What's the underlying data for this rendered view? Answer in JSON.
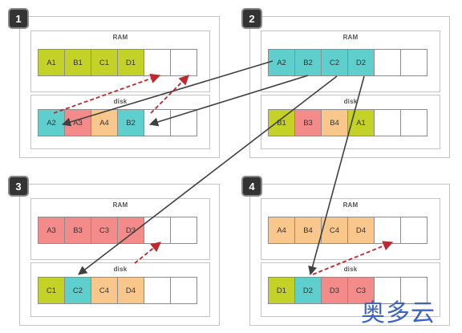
{
  "panels": [
    {
      "number": "1",
      "ram_label": "RAM",
      "disk_label": "disk",
      "ram_cells": [
        {
          "label": "A1",
          "color": "#c4d227"
        },
        {
          "label": "B1",
          "color": "#c4d227"
        },
        {
          "label": "C1",
          "color": "#c4d227"
        },
        {
          "label": "D1",
          "color": "#c4d227"
        },
        {
          "label": "",
          "color": "#ffffff"
        },
        {
          "label": "",
          "color": "#ffffff"
        }
      ],
      "disk_cells": [
        {
          "label": "A2",
          "color": "#5ecfcd"
        },
        {
          "label": "A3",
          "color": "#f48b8b"
        },
        {
          "label": "A4",
          "color": "#f9c68c"
        },
        {
          "label": "B2",
          "color": "#5ecfcd"
        },
        {
          "label": "",
          "color": "#ffffff"
        },
        {
          "label": "",
          "color": "#ffffff"
        }
      ]
    },
    {
      "number": "2",
      "ram_label": "RAM",
      "disk_label": "disk",
      "ram_cells": [
        {
          "label": "A2",
          "color": "#5ecfcd"
        },
        {
          "label": "B2",
          "color": "#5ecfcd"
        },
        {
          "label": "C2",
          "color": "#5ecfcd"
        },
        {
          "label": "D2",
          "color": "#5ecfcd"
        },
        {
          "label": "",
          "color": "#ffffff"
        },
        {
          "label": "",
          "color": "#ffffff"
        }
      ],
      "disk_cells": [
        {
          "label": "B1",
          "color": "#c4d227"
        },
        {
          "label": "B3",
          "color": "#f48b8b"
        },
        {
          "label": "B4",
          "color": "#f9c68c"
        },
        {
          "label": "A1",
          "color": "#c4d227"
        },
        {
          "label": "",
          "color": "#ffffff"
        },
        {
          "label": "",
          "color": "#ffffff"
        }
      ]
    },
    {
      "number": "3",
      "ram_label": "RAM",
      "disk_label": "disk",
      "ram_cells": [
        {
          "label": "A3",
          "color": "#f48b8b"
        },
        {
          "label": "B3",
          "color": "#f48b8b"
        },
        {
          "label": "C3",
          "color": "#f48b8b"
        },
        {
          "label": "D3",
          "color": "#f48b8b"
        },
        {
          "label": "",
          "color": "#ffffff"
        },
        {
          "label": "",
          "color": "#ffffff"
        }
      ],
      "disk_cells": [
        {
          "label": "C1",
          "color": "#c4d227"
        },
        {
          "label": "C2",
          "color": "#5ecfcd"
        },
        {
          "label": "C4",
          "color": "#f9c68c"
        },
        {
          "label": "D4",
          "color": "#f9c68c"
        },
        {
          "label": "",
          "color": "#ffffff"
        },
        {
          "label": "",
          "color": "#ffffff"
        }
      ]
    },
    {
      "number": "4",
      "ram_label": "RAM",
      "disk_label": "disk",
      "ram_cells": [
        {
          "label": "A4",
          "color": "#f9c68c"
        },
        {
          "label": "B4",
          "color": "#f9c68c"
        },
        {
          "label": "C4",
          "color": "#f9c68c"
        },
        {
          "label": "D4",
          "color": "#f9c68c"
        },
        {
          "label": "",
          "color": "#ffffff"
        },
        {
          "label": "",
          "color": "#ffffff"
        }
      ],
      "disk_cells": [
        {
          "label": "D1",
          "color": "#c4d227"
        },
        {
          "label": "D2",
          "color": "#5ecfcd"
        },
        {
          "label": "D3",
          "color": "#f48b8b"
        },
        {
          "label": "C3",
          "color": "#f48b8b"
        },
        {
          "label": "",
          "color": "#ffffff"
        },
        {
          "label": "",
          "color": "#ffffff"
        }
      ]
    }
  ],
  "colors": {
    "solid_arrow": "#404040",
    "dashed_arrow": "#c0282d"
  },
  "watermark": "奥多云"
}
